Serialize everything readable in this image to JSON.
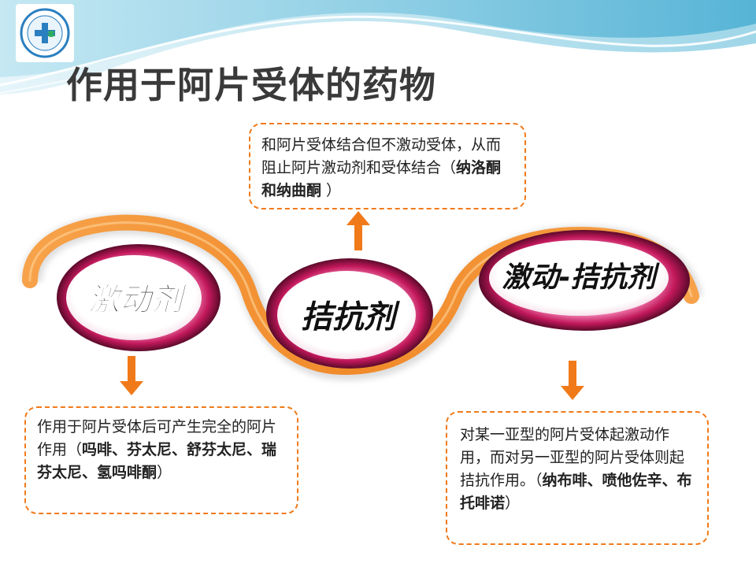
{
  "title": "作用于阿片受体的药物",
  "logo": {
    "icon": "hospital-cross-logo"
  },
  "badges": {
    "agonist": "激动剂",
    "antagonist": "拮抗剂",
    "mixed": "激动-拮抗剂"
  },
  "boxes": {
    "top": {
      "text": "和阿片受体结合但不激动受体，从而阻止阿片激动剂和受体结合（",
      "bold": "纳洛酮和纳曲酮",
      "tail": " ）"
    },
    "left": {
      "text": "作用于阿片受体后可产生完全的阿片作用（",
      "bold": "吗啡、芬太尼、舒芬太尼、瑞芬太尼、氢吗啡酮",
      "tail": "）"
    },
    "right": {
      "text": "对某一亚型的阿片受体起激动作用，而对另一亚型的阿片受体则起拮抗作用。（",
      "bold": "纳布啡、喷他佐辛、布托啡诺",
      "tail": "）"
    }
  },
  "colors": {
    "orange": "#f07a1a",
    "ribbon": "#f39a3a",
    "magenta": "#c2185b",
    "title": "#3a3a3a"
  }
}
